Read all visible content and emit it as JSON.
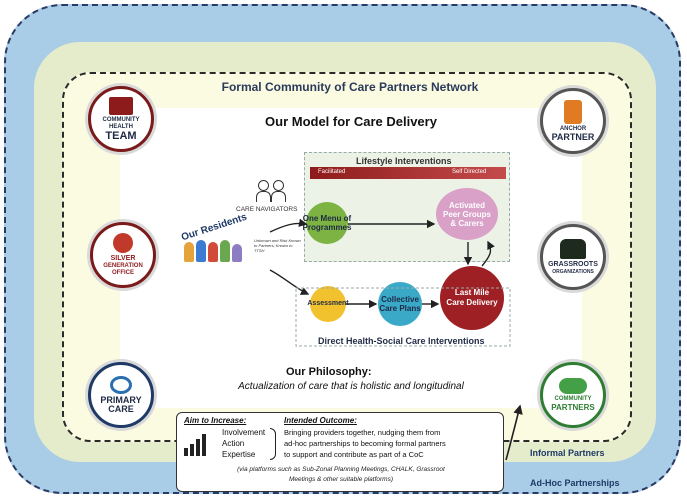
{
  "network": {
    "title": "Formal Community of Care Partners Network",
    "model_title": "Our Model for Care Delivery"
  },
  "partners_left": [
    {
      "label_line1": "COMMUNITY",
      "label_line2": "HEALTH",
      "label_line3": "TEAM",
      "icon": "building-icon"
    },
    {
      "label_line1": "SILVER",
      "label_line2": "GENERATION",
      "label_line3": "OFFICE",
      "icon": "flower-icon"
    },
    {
      "label_line1": "PRIMARY",
      "label_line2": "CARE",
      "label_line3": "",
      "icon": "stethoscope-icon"
    }
  ],
  "partners_right": [
    {
      "label_line1": "ANCHOR",
      "label_line2": "PARTNER",
      "label_line3": "",
      "icon": "flag-person-icon"
    },
    {
      "label_line1": "GRASSROOTS",
      "label_line2": "ORGANIZATIONS",
      "label_line3": "",
      "icon": "raised-hands-icon"
    },
    {
      "label_line1": "COMMUNITY",
      "label_line2": "PARTNERS",
      "label_line3": "",
      "icon": "handshake-icon"
    }
  ],
  "model": {
    "residents": "Our Residents",
    "care_navigators": "CARE NAVIGATORS",
    "unknown_note": "Unknown and Risk Known to Partners; Known to TTSH",
    "lifestyle_title": "Lifestyle Interventions",
    "facilitated": "Facilitated",
    "self_directed": "Self Directed",
    "one_menu": "One Menu of Programmes",
    "peer_groups": "Activated Peer Groups & Carers",
    "assessment": "Assessment",
    "care_plans": "Collective Care Plans",
    "last_mile": "Last Mile Care Delivery",
    "direct_title": "Direct Health-Social Care Interventions"
  },
  "philosophy": {
    "title": "Our Philosophy:",
    "text": "Actualization of care that is holistic and longitudinal"
  },
  "outcome": {
    "aim_title": "Aim to Increase:",
    "aims": [
      "Involvement",
      "Action",
      "Expertise"
    ],
    "intended_title": "Intended Outcome:",
    "intended_line1": "Bringing providers together, nudging them from",
    "intended_line2": "ad-hoc partnerships to becoming formal partners",
    "intended_line3": "to support and contribute as part of a CoC",
    "via_line1": "(via platforms such as Sub-Zonal Planning Meetings, CHALK, Grassroot",
    "via_line2": "Meetings & other suitable platforms)"
  },
  "rings": {
    "informal": "Informal Partners",
    "adhoc": "Ad-Hoc Partnerships"
  },
  "colors": {
    "outer_ring": "#a9cde6",
    "middle_ring": "#e5eccb",
    "dark_red": "#8e1b1b",
    "green": "#7cb342",
    "teal": "#3aa9c8",
    "yellow": "#f2c12e"
  }
}
